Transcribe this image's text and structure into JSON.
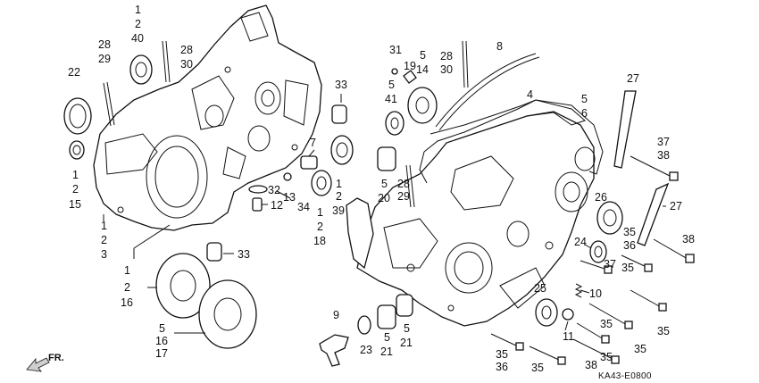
{
  "labels": [
    {
      "id": "l1",
      "text": "1"
    },
    {
      "id": "l2",
      "text": "2"
    },
    {
      "id": "l3",
      "text": "40"
    },
    {
      "id": "l4",
      "text": "28"
    },
    {
      "id": "l5",
      "text": "29"
    },
    {
      "id": "l6",
      "text": "28"
    },
    {
      "id": "l7",
      "text": "30"
    },
    {
      "id": "l8",
      "text": "22"
    },
    {
      "id": "l9",
      "text": "1"
    },
    {
      "id": "l10",
      "text": "2"
    },
    {
      "id": "l11",
      "text": "15"
    },
    {
      "id": "l12",
      "text": "1"
    },
    {
      "id": "l13",
      "text": "2"
    },
    {
      "id": "l14",
      "text": "3"
    },
    {
      "id": "l15",
      "text": "33"
    },
    {
      "id": "l16",
      "text": "7"
    },
    {
      "id": "l17",
      "text": "32"
    },
    {
      "id": "l18",
      "text": "13"
    },
    {
      "id": "l19",
      "text": "12"
    },
    {
      "id": "l20",
      "text": "34"
    },
    {
      "id": "l21",
      "text": "1"
    },
    {
      "id": "l22",
      "text": "2"
    },
    {
      "id": "l23",
      "text": "39"
    },
    {
      "id": "l24",
      "text": "1"
    },
    {
      "id": "l25",
      "text": "2"
    },
    {
      "id": "l26",
      "text": "18"
    },
    {
      "id": "l27",
      "text": "33"
    },
    {
      "id": "l28",
      "text": "1"
    },
    {
      "id": "l29",
      "text": "2"
    },
    {
      "id": "l30",
      "text": "16"
    },
    {
      "id": "l31",
      "text": "5"
    },
    {
      "id": "l32",
      "text": "16"
    },
    {
      "id": "l33",
      "text": "17"
    },
    {
      "id": "l34",
      "text": "31"
    },
    {
      "id": "l35",
      "text": "19"
    },
    {
      "id": "l36",
      "text": "5"
    },
    {
      "id": "l37",
      "text": "14"
    },
    {
      "id": "l38",
      "text": "28"
    },
    {
      "id": "l39",
      "text": "30"
    },
    {
      "id": "l40",
      "text": "8"
    },
    {
      "id": "l41",
      "text": "5"
    },
    {
      "id": "l42",
      "text": "41"
    },
    {
      "id": "l43",
      "text": "4"
    },
    {
      "id": "l44",
      "text": "5"
    },
    {
      "id": "l45",
      "text": "6"
    },
    {
      "id": "l46",
      "text": "27"
    },
    {
      "id": "l47",
      "text": "37"
    },
    {
      "id": "l48",
      "text": "38"
    },
    {
      "id": "l49",
      "text": "5"
    },
    {
      "id": "l50",
      "text": "20"
    },
    {
      "id": "l51",
      "text": "28"
    },
    {
      "id": "l52",
      "text": "29"
    },
    {
      "id": "l53",
      "text": "26"
    },
    {
      "id": "l54",
      "text": "27"
    },
    {
      "id": "l55",
      "text": "35"
    },
    {
      "id": "l56",
      "text": "36"
    },
    {
      "id": "l57",
      "text": "38"
    },
    {
      "id": "l58",
      "text": "24"
    },
    {
      "id": "l59",
      "text": "37"
    },
    {
      "id": "l60",
      "text": "10"
    },
    {
      "id": "l61",
      "text": "25"
    },
    {
      "id": "l62",
      "text": "35"
    },
    {
      "id": "l63",
      "text": "35"
    },
    {
      "id": "l64",
      "text": "9"
    },
    {
      "id": "l65",
      "text": "23"
    },
    {
      "id": "l66",
      "text": "5"
    },
    {
      "id": "l67",
      "text": "21"
    },
    {
      "id": "l68",
      "text": "5"
    },
    {
      "id": "l69",
      "text": "21"
    },
    {
      "id": "l70",
      "text": "11"
    },
    {
      "id": "l71",
      "text": "35"
    },
    {
      "id": "l72",
      "text": "35"
    },
    {
      "id": "l73",
      "text": "35"
    },
    {
      "id": "l74",
      "text": "36"
    },
    {
      "id": "l75",
      "text": "35"
    },
    {
      "id": "l76",
      "text": "38"
    },
    {
      "id": "l77",
      "text": "35"
    }
  ],
  "diagram_code": "KA43-E0800",
  "direction_marker": "FR.",
  "icons": {
    "direction": "front-arrow-icon"
  }
}
